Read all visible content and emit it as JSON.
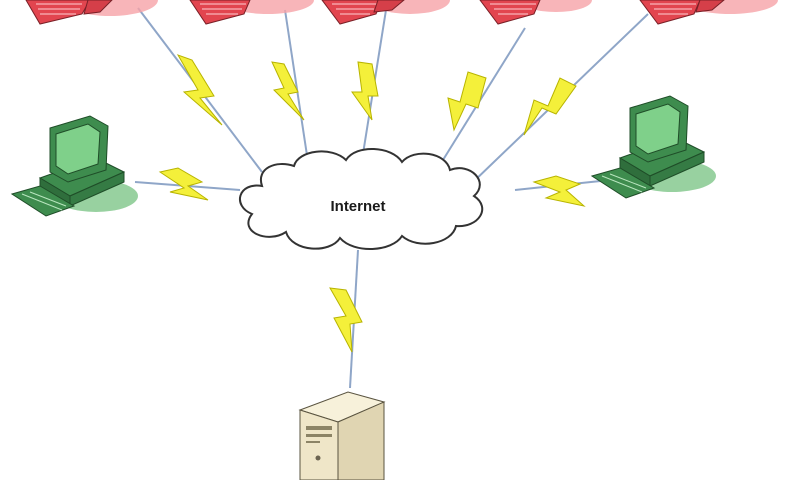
{
  "cloud": {
    "label": "Internet"
  },
  "nodes": [
    {
      "kind": "client-remote",
      "icon": "laptop-icon"
    },
    {
      "kind": "client-remote",
      "icon": "laptop-icon"
    },
    {
      "kind": "client-remote",
      "icon": "laptop-icon"
    },
    {
      "kind": "client-remote",
      "icon": "laptop-icon"
    },
    {
      "kind": "client-remote",
      "icon": "laptop-icon"
    },
    {
      "kind": "client-local",
      "icon": "desktop-computer-icon"
    },
    {
      "kind": "client-local",
      "icon": "desktop-computer-icon"
    },
    {
      "kind": "server",
      "icon": "server-tower-icon"
    }
  ],
  "connection_style": {
    "line_color": "#8fa6c8",
    "bolt_color": "#f4f03a",
    "bolt_outline": "#b8b400"
  },
  "colors": {
    "cloud_fill": "#ffffff",
    "cloud_stroke": "#333333",
    "laptop_body": "#e2454f",
    "laptop_glow": "#f6a3a8",
    "desktop_body": "#3e8c4e",
    "desktop_screen": "#7fd08a",
    "desktop_glow": "#86c98f",
    "server_body": "#efe6c8"
  }
}
